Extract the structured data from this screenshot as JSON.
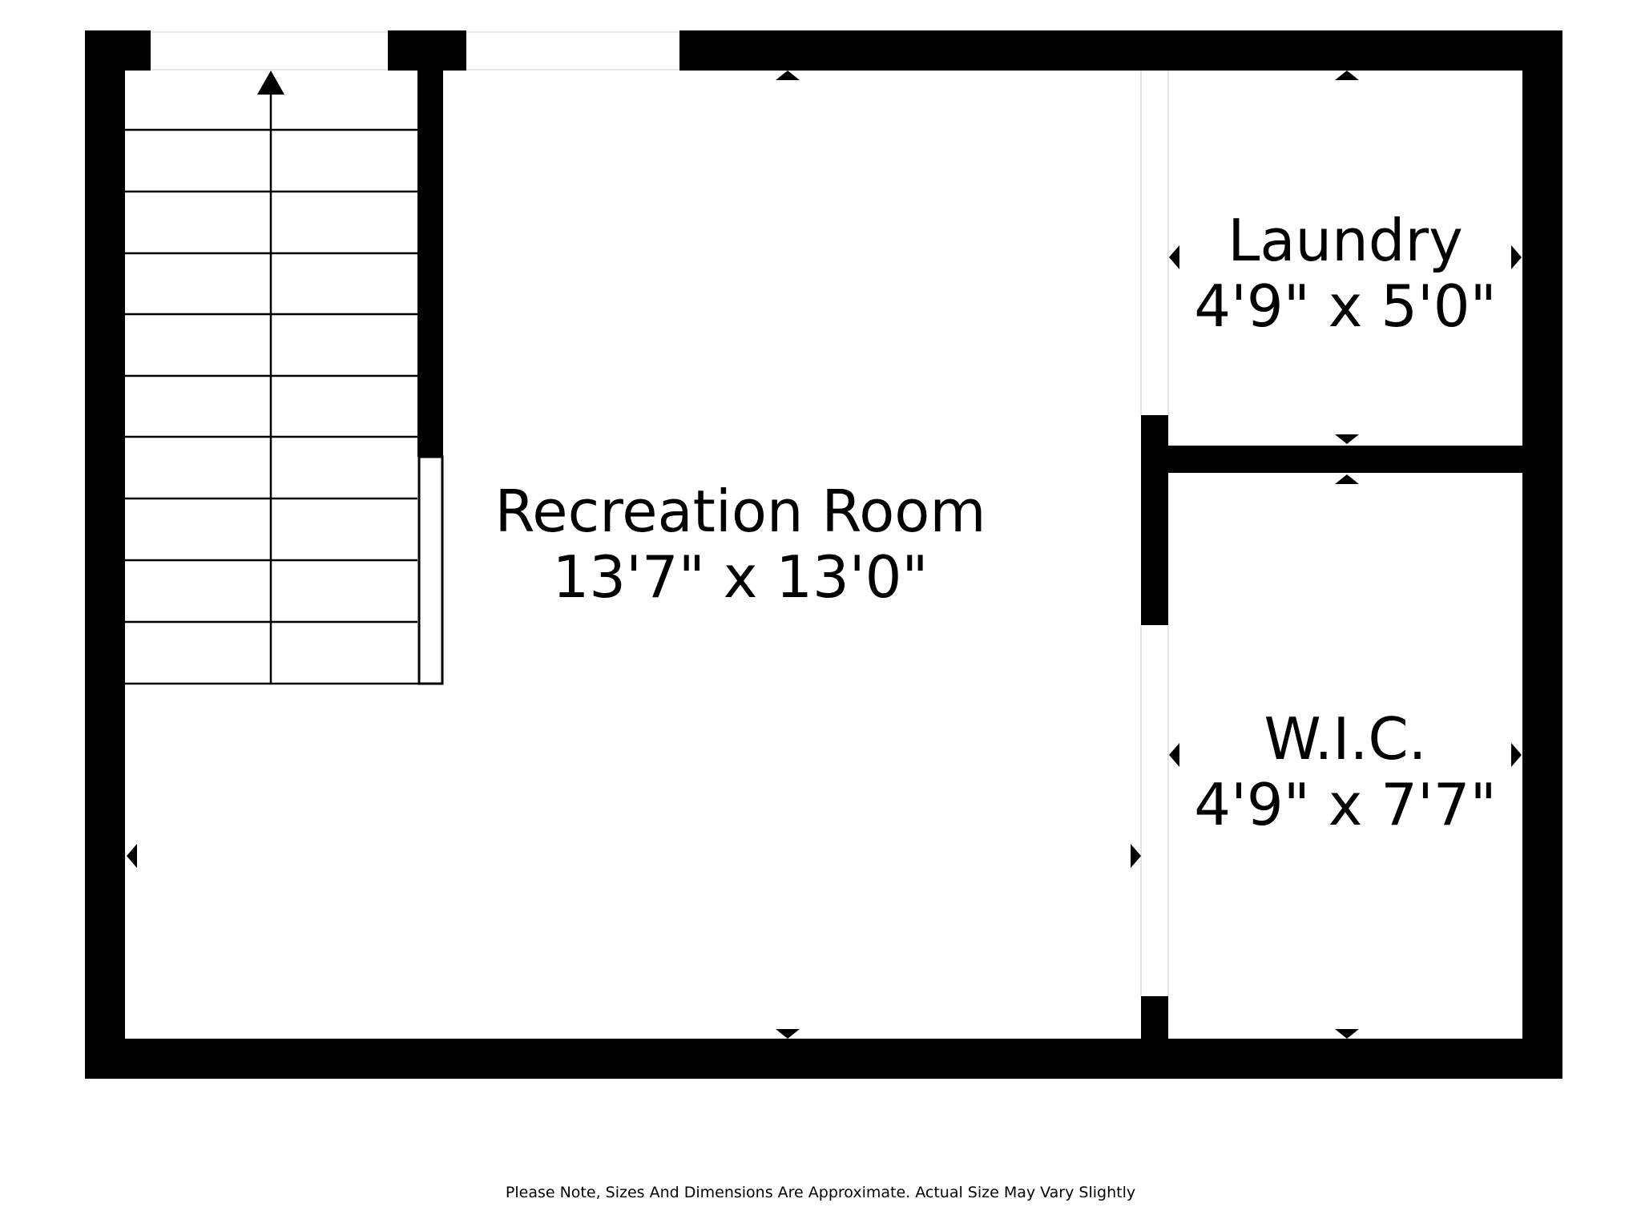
{
  "colors": {
    "wall": "#000000",
    "background": "#ffffff",
    "opening": "#ffffff",
    "thin_line": "#e0e0e0"
  },
  "rooms": {
    "recreation": {
      "name": "Recreation Room",
      "dims": "13'7\" x 13'0\""
    },
    "laundry": {
      "name": "Laundry",
      "dims": "4'9\" x 5'0\""
    },
    "wic": {
      "name": "W.I.C.",
      "dims": "4'9\" x 7'7\""
    }
  },
  "stairs": {
    "direction_icon": "up-arrow-icon",
    "treads": 9
  },
  "note": "Please Note, Sizes And Dimensions Are Approximate. Actual Size May Vary Slightly"
}
